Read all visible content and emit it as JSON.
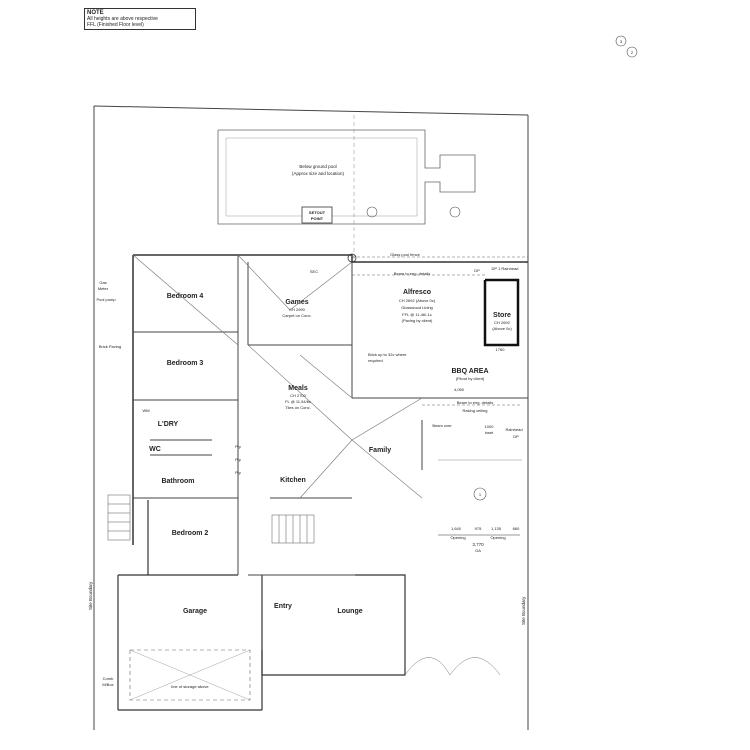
{
  "note": {
    "heading": "NOTE",
    "line1": "All heights are above respective",
    "line2": "FFL (Finished Floor level)"
  },
  "rooms": {
    "bedroom4": "Bedroom 4",
    "bedroom3": "Bedroom 3",
    "games": "Games",
    "games_ch": "CH 2990",
    "games_floor": "Carpet on Conc.",
    "alfresco": "Alfresco",
    "alfresco_ch": "CH 2692 (Above 0c)",
    "alfresco_lining": "Glosswood Lining",
    "alfresco_fl": "FFL @ 11.46/-1c",
    "alfresco_paving": "(Paving by client)",
    "store": "Store",
    "store_ch": "CH 2692",
    "store_note": "(Above 0c)",
    "meals": "Meals",
    "meals_ch": "CH 2700",
    "meals_fl": "FL @ 11.54/bc",
    "meals_floor": "Tiles on Conc.",
    "bbq": "BBQ AREA",
    "bbq_note": "(Fitout by client)",
    "laundry": "L'DRY",
    "wc": "WC",
    "wm": "WM",
    "bathroom": "Bathroom",
    "family": "Family",
    "kitchen": "Kitchen",
    "bedroom2": "Bedroom 2",
    "garage": "Garage",
    "entry": "Entry",
    "lounge": "Lounge"
  },
  "annotations": {
    "pool": "Below ground pool",
    "pool_note": "(Approx size and location)",
    "setout1": "SETOUT",
    "setout2": "POINT",
    "glass_fence": "Glass pool fence",
    "beam_top": "Beam to eng. details",
    "dp1": "DP",
    "rainhead1": "DP 1 Rainhead",
    "gas": "Gas",
    "meter": "Meter",
    "pool_pump": "Pool pump",
    "brick_paving": "Brick Paving",
    "brick_up": "Brick up to 32c where",
    "required": "required",
    "dim_1760": "1760",
    "dim_4050": "4,050",
    "beam_bottom": "Beam to eng. details",
    "raking": "Raking ceiling",
    "beam_over": "Beam over",
    "dim_1000": "1000",
    "inset": "inset",
    "rainhead2": "Rainhead",
    "dp2": "DP",
    "dim_1640": "1,640",
    "dim_975": "975",
    "dim_1135": "1,135",
    "dim_660": "660",
    "opening1": "Opening",
    "opening2": "Opening",
    "dim_3770": "3,770",
    "dim_om": "OA",
    "site_boundary_left": "Site Boundary",
    "site_boundary_right": "Site Boundary",
    "pty1": "Pty",
    "pty2": "Pty",
    "pty3": "Pty",
    "comb": "Comb",
    "mbox": "M/Box",
    "line_storage": "line of storage above",
    "sec": "SEC",
    "markers": {
      "top": "3",
      "bottom": "2",
      "section": "1"
    }
  }
}
